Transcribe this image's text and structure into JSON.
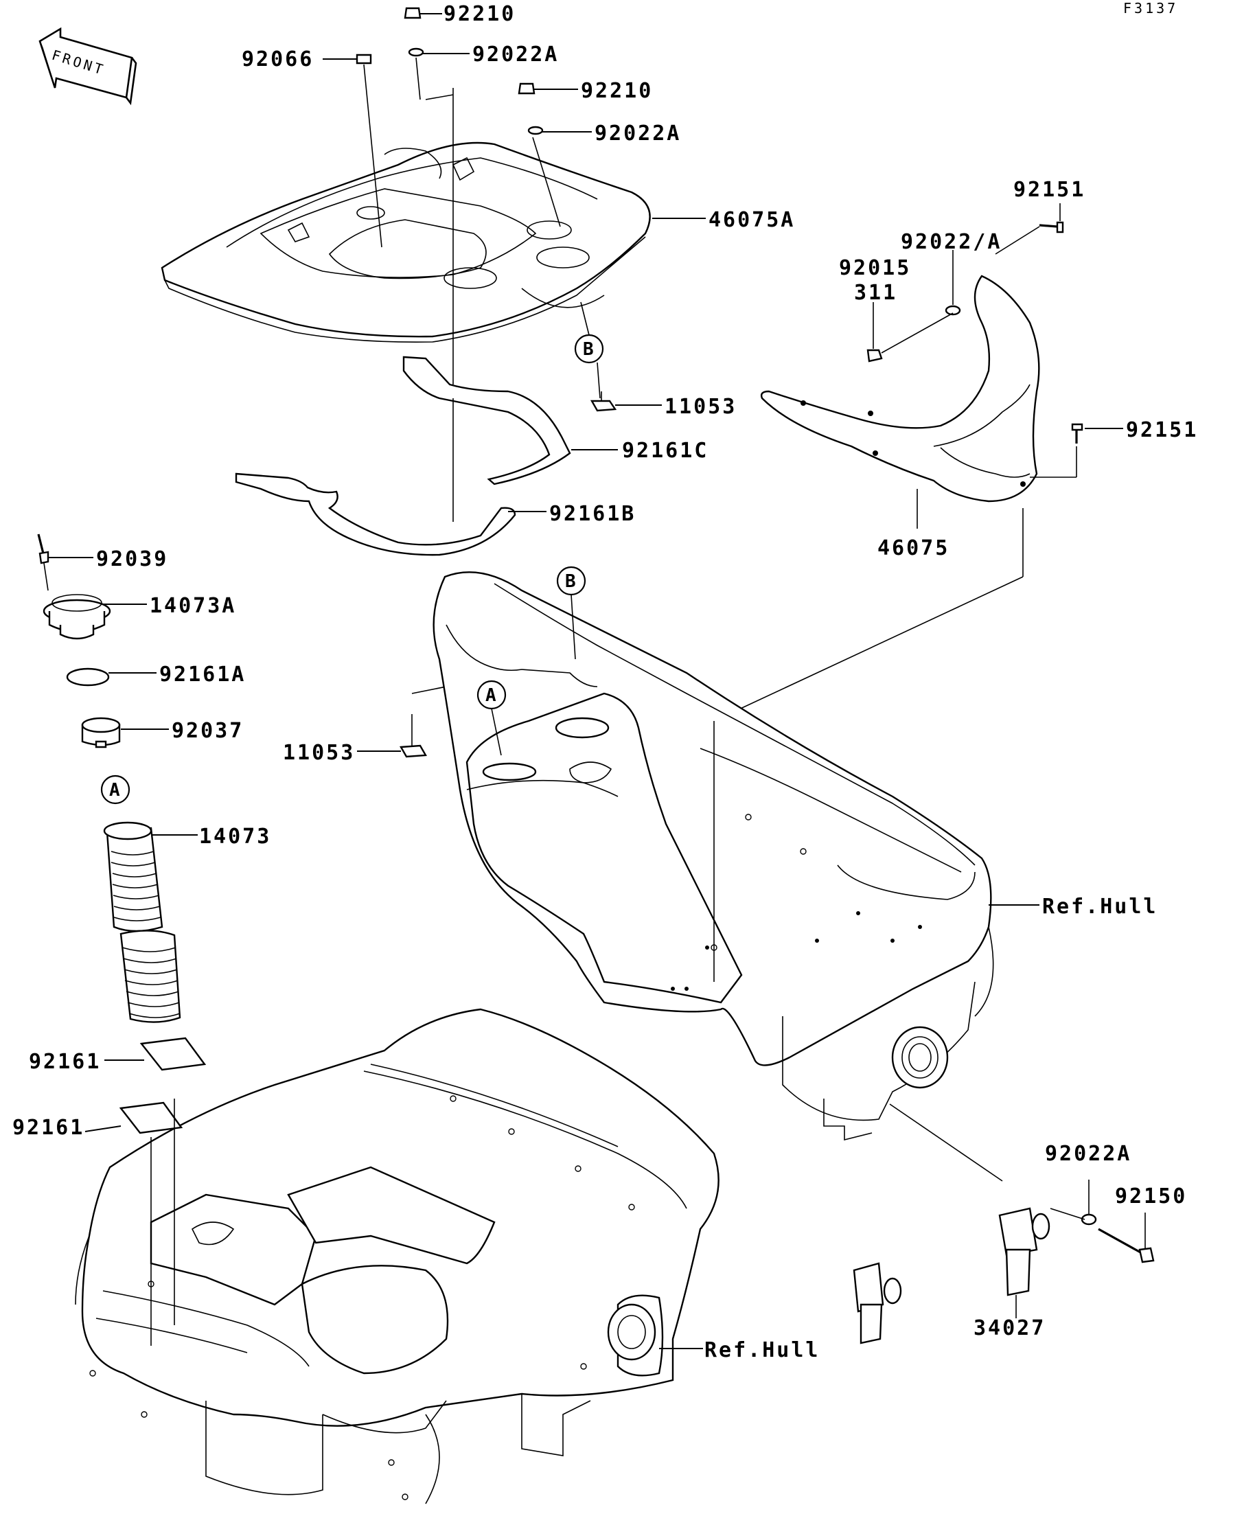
{
  "figure_code": "F3137",
  "front_label": "FRONT",
  "callouts": {
    "a": "A",
    "b": "B"
  },
  "labels": [
    {
      "id": "92210-top",
      "text": "92210"
    },
    {
      "id": "92022A-top",
      "text": "92022A"
    },
    {
      "id": "92066",
      "text": "92066"
    },
    {
      "id": "92210-mid",
      "text": "92210"
    },
    {
      "id": "92022A-mid",
      "text": "92022A"
    },
    {
      "id": "46075A",
      "text": "46075A"
    },
    {
      "id": "92151-top",
      "text": "92151"
    },
    {
      "id": "92022-A",
      "text": "92022/A"
    },
    {
      "id": "92015",
      "text": "92015"
    },
    {
      "id": "311",
      "text": "311"
    },
    {
      "id": "11053-right",
      "text": "11053"
    },
    {
      "id": "92151-right",
      "text": "92151"
    },
    {
      "id": "92161C",
      "text": "92161C"
    },
    {
      "id": "92161B",
      "text": "92161B"
    },
    {
      "id": "46075",
      "text": "46075"
    },
    {
      "id": "92039",
      "text": "92039"
    },
    {
      "id": "14073A",
      "text": "14073A"
    },
    {
      "id": "92161A",
      "text": "92161A"
    },
    {
      "id": "92037",
      "text": "92037"
    },
    {
      "id": "11053-left",
      "text": "11053"
    },
    {
      "id": "14073",
      "text": "14073"
    },
    {
      "id": "ref-hull-upper",
      "text": "Ref.Hull"
    },
    {
      "id": "92161-a",
      "text": "92161"
    },
    {
      "id": "92161-b",
      "text": "92161"
    },
    {
      "id": "92022A-low",
      "text": "92022A"
    },
    {
      "id": "92150",
      "text": "92150"
    },
    {
      "id": "34027",
      "text": "34027"
    },
    {
      "id": "ref-hull-lower",
      "text": "Ref.Hull"
    }
  ]
}
